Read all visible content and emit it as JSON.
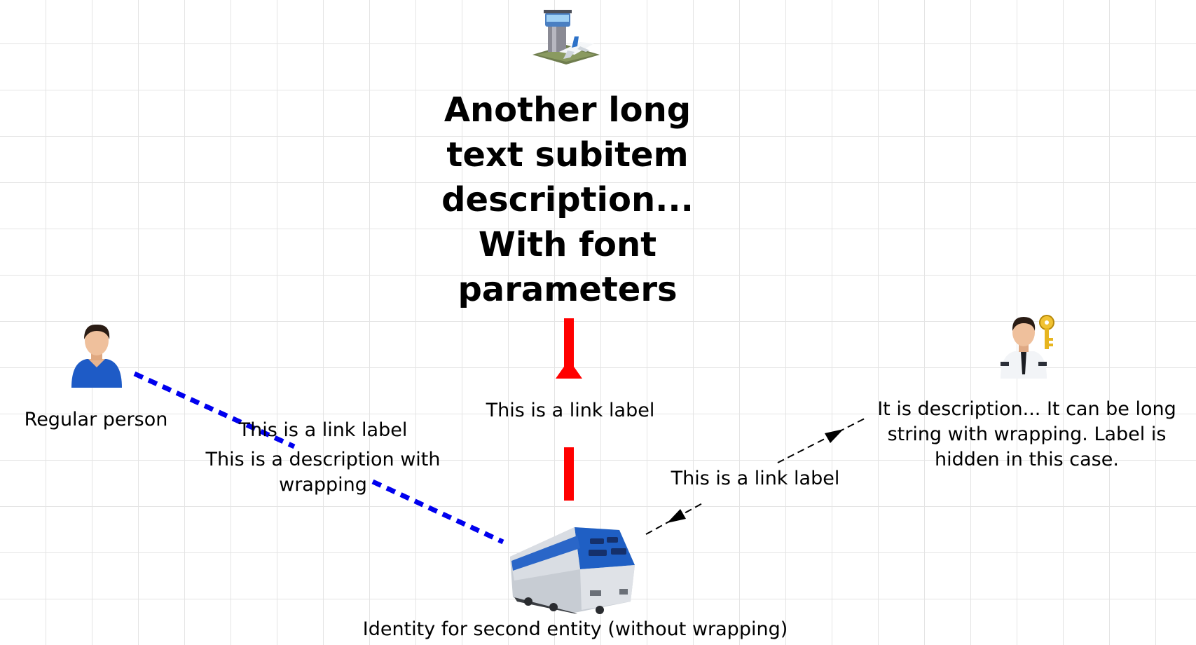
{
  "nodes": {
    "airport": {
      "title_lines": [
        "Another long",
        "text subitem",
        "description...",
        "With font",
        "parameters"
      ]
    },
    "regular_person": {
      "label": "Regular person"
    },
    "security_officer": {
      "description": "It is description... It can be long string with wrapping. Label is hidden in this case."
    },
    "train": {
      "label": "Identity for second entity (without wrapping)"
    }
  },
  "links": {
    "person_train": {
      "label": "This is a link label",
      "description": "This is a description with wrapping",
      "color": "#0000ee",
      "style": "dotted"
    },
    "train_airport": {
      "label": "This is a link label",
      "color": "#ff0000",
      "style": "solid"
    },
    "officer_train": {
      "label": "This is a link label",
      "color": "#000000",
      "style": "dashed"
    }
  },
  "icons": {
    "airport": "airport-icon",
    "regular_person": "person-icon",
    "security_officer": "security-officer-icon",
    "train": "train-icon"
  }
}
